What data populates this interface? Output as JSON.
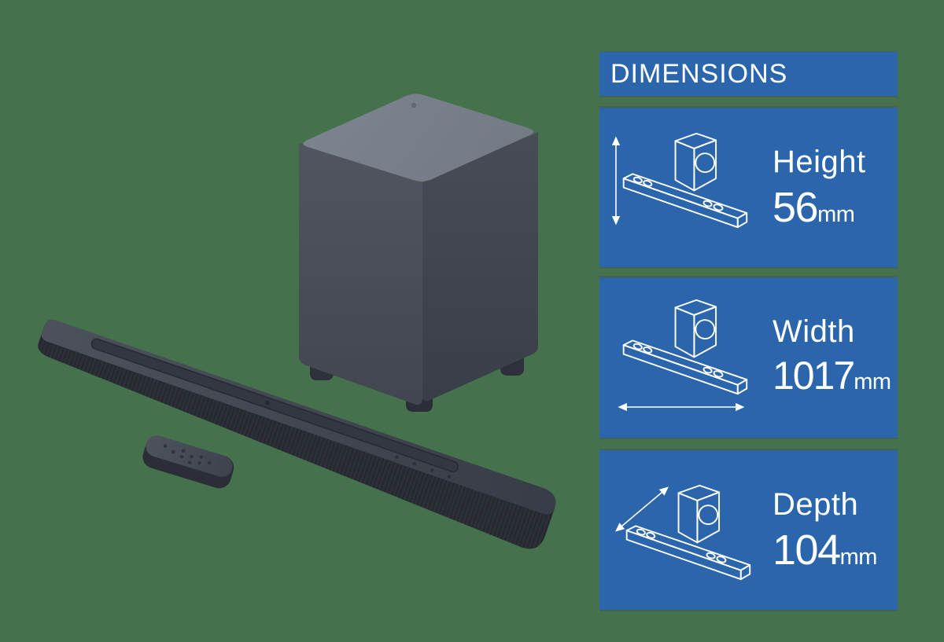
{
  "colors": {
    "background": "#46714d",
    "panel_blue": "#2b66ac",
    "text_white": "#ffffff",
    "product_dark": "#2c2f37",
    "product_gray": "#4b4f5a"
  },
  "header": {
    "title": "DIMENSIONS"
  },
  "cards": [
    {
      "id": "height",
      "label": "Height",
      "value": "56",
      "unit": "mm",
      "arrow_icon": "vertical-double-arrow-icon"
    },
    {
      "id": "width",
      "label": "Width",
      "value": "1017",
      "unit": "mm",
      "arrow_icon": "horizontal-double-arrow-icon"
    },
    {
      "id": "depth",
      "label": "Depth",
      "value": "104",
      "unit": "mm",
      "arrow_icon": "diagonal-double-arrow-icon"
    }
  ],
  "product_illustration": {
    "items": [
      "subwoofer",
      "soundbar",
      "remote-control"
    ]
  }
}
